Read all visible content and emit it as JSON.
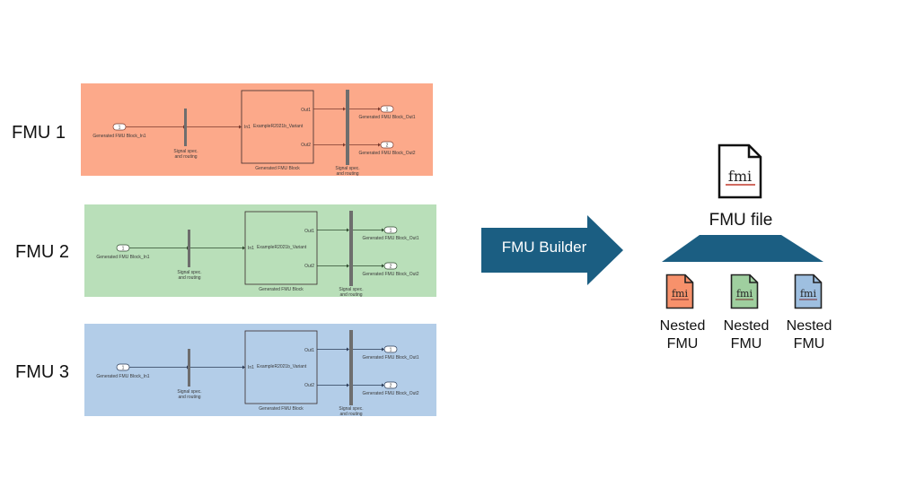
{
  "fmus": [
    {
      "label": "FMU 1",
      "color": "#fca98a",
      "line_color": "#7a3b2e",
      "input_port_number": "1",
      "input_name": "Generated FMU Block_In1",
      "mux_label_1": "Signal spec.",
      "mux_label_2": "and routing",
      "block_inport": "In1",
      "block_name_inner": "ExampleR2021b_Variant",
      "block_out1": "Out1",
      "block_out2": "Out2",
      "block_caption": "Generated FMU Block",
      "demux_label_1": "Signal spec.",
      "demux_label_2": "and routing",
      "out1_port_number": "1",
      "out1_name": "Generated FMU Block_Out1",
      "out2_port_number": "2",
      "out2_name": "Generated FMU Block_Out2"
    },
    {
      "label": "FMU 2",
      "color": "#b9dfb9",
      "line_color": "#2f4a2f",
      "input_port_number": "1",
      "input_name": "Generated FMU Block_In1",
      "mux_label_1": "Signal spec.",
      "mux_label_2": "and routing",
      "block_inport": "In1",
      "block_name_inner": "ExampleR2021b_Variant",
      "block_out1": "Out1",
      "block_out2": "Out2",
      "block_caption": "Generated FMU Block",
      "demux_label_1": "Signal spec.",
      "demux_label_2": "and routing",
      "out1_port_number": "1",
      "out1_name": "Generated FMU Block_Out1",
      "out2_port_number": "2",
      "out2_name": "Generated FMU Block_Out2"
    },
    {
      "label": "FMU 3",
      "color": "#b3cde8",
      "line_color": "#2a3a55",
      "input_port_number": "1",
      "input_name": "Generated FMU Block_In1",
      "mux_label_1": "Signal spec.",
      "mux_label_2": "and routing",
      "block_inport": "In1",
      "block_name_inner": "ExampleR2021b_Variant",
      "block_out1": "Out1",
      "block_out2": "Out2",
      "block_caption": "Generated FMU Block",
      "demux_label_1": "Signal spec.",
      "demux_label_2": "and routing",
      "out1_port_number": "1",
      "out1_name": "Generated FMU Block_Out1",
      "out2_port_number": "2",
      "out2_name": "Generated FMU Block_Out2"
    }
  ],
  "builder": {
    "label": "FMU Builder",
    "color": "#1b5e82"
  },
  "fmu_file": {
    "icon": "fmi-file-icon",
    "icon_text": "fmi",
    "label": "FMU file",
    "accent": "#c0392b"
  },
  "nested": [
    {
      "line1": "Nested",
      "line2": "FMU",
      "icon_text": "fmi",
      "color": "#f7916b"
    },
    {
      "line1": "Nested",
      "line2": "FMU",
      "icon_text": "fmi",
      "color": "#9fcf9f"
    },
    {
      "line1": "Nested",
      "line2": "FMU",
      "icon_text": "fmi",
      "color": "#9ebfe0"
    }
  ]
}
